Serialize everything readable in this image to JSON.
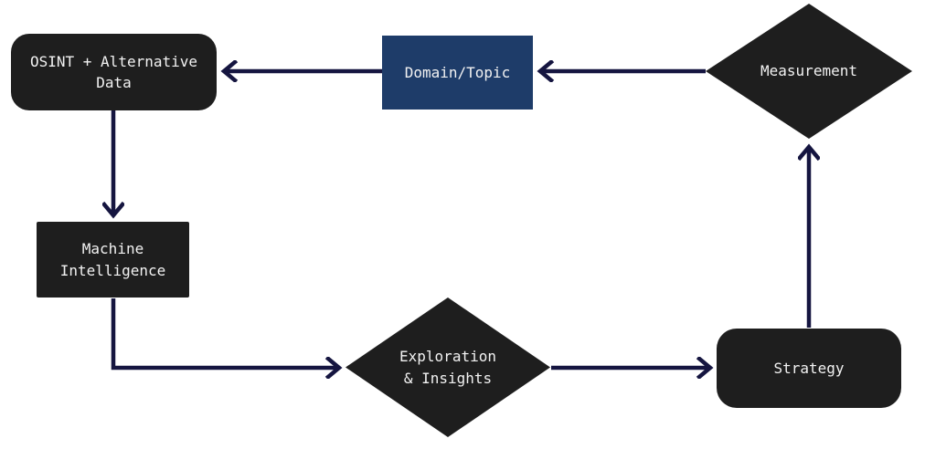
{
  "diagram": {
    "colors": {
      "background": "#ffffff",
      "node_dark": "#1e1e1e",
      "node_accent_blue": "#1e3c69",
      "arrow": "#151540",
      "label_text": "#f2f2f2"
    },
    "nodes": [
      {
        "id": "osint",
        "label": "OSINT + Alternative\nData",
        "shape": "rounded-rectangle",
        "fill": "#1e1e1e"
      },
      {
        "id": "domain",
        "label": "Domain/Topic",
        "shape": "rectangle",
        "fill": "#1e3c69"
      },
      {
        "id": "measurement",
        "label": "Measurement",
        "shape": "diamond",
        "fill": "#1e1e1e"
      },
      {
        "id": "machine",
        "label": "Machine\nIntelligence",
        "shape": "rectangle",
        "fill": "#1e1e1e"
      },
      {
        "id": "exploration",
        "label": "Exploration\n& Insights",
        "shape": "diamond",
        "fill": "#1e1e1e"
      },
      {
        "id": "strategy",
        "label": "Strategy",
        "shape": "rounded-rectangle",
        "fill": "#1e1e1e"
      }
    ],
    "edges": [
      {
        "from": "measurement",
        "to": "domain",
        "direction": "left"
      },
      {
        "from": "domain",
        "to": "osint",
        "direction": "left"
      },
      {
        "from": "osint",
        "to": "machine",
        "direction": "down"
      },
      {
        "from": "machine",
        "to": "exploration",
        "direction": "down-then-right"
      },
      {
        "from": "exploration",
        "to": "strategy",
        "direction": "right"
      },
      {
        "from": "strategy",
        "to": "measurement",
        "direction": "up"
      }
    ]
  }
}
